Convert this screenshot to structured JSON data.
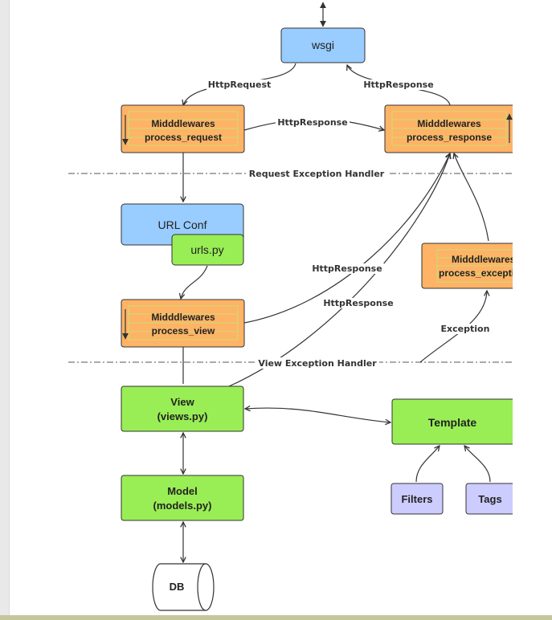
{
  "nodes": {
    "wsgi": "wsgi",
    "mw_request": [
      "Midddlewares",
      "process_request"
    ],
    "mw_response": [
      "Midddlewares",
      "process_response"
    ],
    "url_conf": "URL Conf",
    "urls_py": "urls.py",
    "mw_view": [
      "Midddlewares",
      "process_view"
    ],
    "mw_exception": [
      "Midddlewares",
      "process_exception"
    ],
    "view": [
      "View",
      "(views.py)"
    ],
    "template": "Template",
    "model": [
      "Model",
      "(models.py)"
    ],
    "filters": "Filters",
    "tags": "Tags",
    "db": "DB"
  },
  "edge_labels": {
    "http_request": "HttpRequest",
    "http_response_top": "HttpResponse",
    "http_response_mid": "HttpResponse",
    "http_response_view1": "HttpResponse",
    "http_response_view2": "HttpResponse",
    "exception": "Exception"
  },
  "handlers": {
    "request_exception": "Request Exception Handler",
    "view_exception": "View Exception Handler"
  },
  "colors": {
    "blue": "#99ccff",
    "orange": "#ffb366",
    "green": "#99ee55",
    "purple": "#ccccff",
    "inner_stroke": "#c5e070",
    "line": "#333333"
  }
}
